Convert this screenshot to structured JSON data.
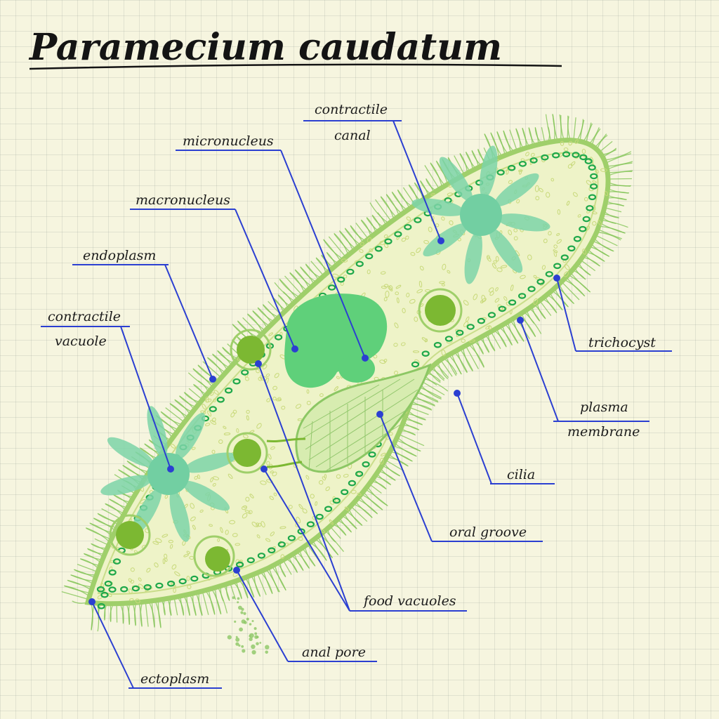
{
  "title": "Paramecium caudatum",
  "colors": {
    "leader_line": "#2b3fd1",
    "cilia": "#7cc24f",
    "body_fill": "#eef3c8",
    "membrane": "#9fcf6a",
    "granules": "#1ea84a",
    "nucleus": "#5fd07a",
    "vacuole": "#7dd3a8",
    "food_vacuole": "#7cb832"
  },
  "labels": {
    "contractile_canal": [
      "contractile",
      "canal"
    ],
    "micronucleus": "micronucleus",
    "macronucleus": "macronucleus",
    "endoplasm": "endoplasm",
    "contractile_vacuole": [
      "contractile",
      "vacuole"
    ],
    "trichocyst": "trichocyst",
    "plasma_membrane": [
      "plasma",
      "membrane"
    ],
    "cilia": "cilia",
    "oral_groove": "oral groove",
    "food_vacuoles": "food vacuoles",
    "anal_pore": "anal pore",
    "ectoplasm": "ectoplasm"
  }
}
